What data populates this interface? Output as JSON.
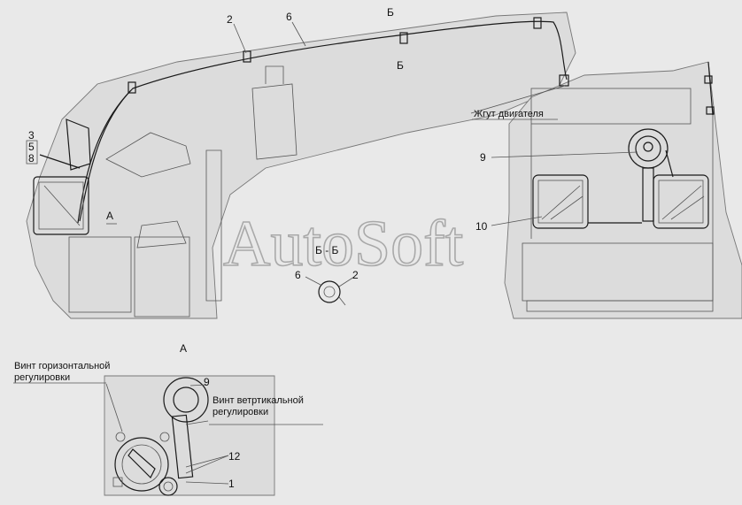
{
  "labels": {
    "l2": "2",
    "l6": "6",
    "b_top": "Б",
    "b_bottom": "Б",
    "engine_harness": "Жгут двигателя",
    "l3": "3",
    "l5": "5",
    "l8": "8",
    "a_mark": "А",
    "l9": "9",
    "l10": "10",
    "section_bb": "Б - Б",
    "sec_6": "6",
    "sec_2": "2",
    "view_a": "А",
    "horiz_screw_1": "Винт горизонтальной",
    "horiz_screw_2": "регулировки",
    "vert_screw_1": "Винт ветртикальной",
    "vert_screw_2": "регулировки",
    "a_9": "9",
    "a_12": "12",
    "a_1": "1"
  },
  "watermark": "AutoSoft",
  "colors": {
    "background": "#e9e9e9",
    "line": "#1a1a1a",
    "body": "#dcdcdc"
  }
}
